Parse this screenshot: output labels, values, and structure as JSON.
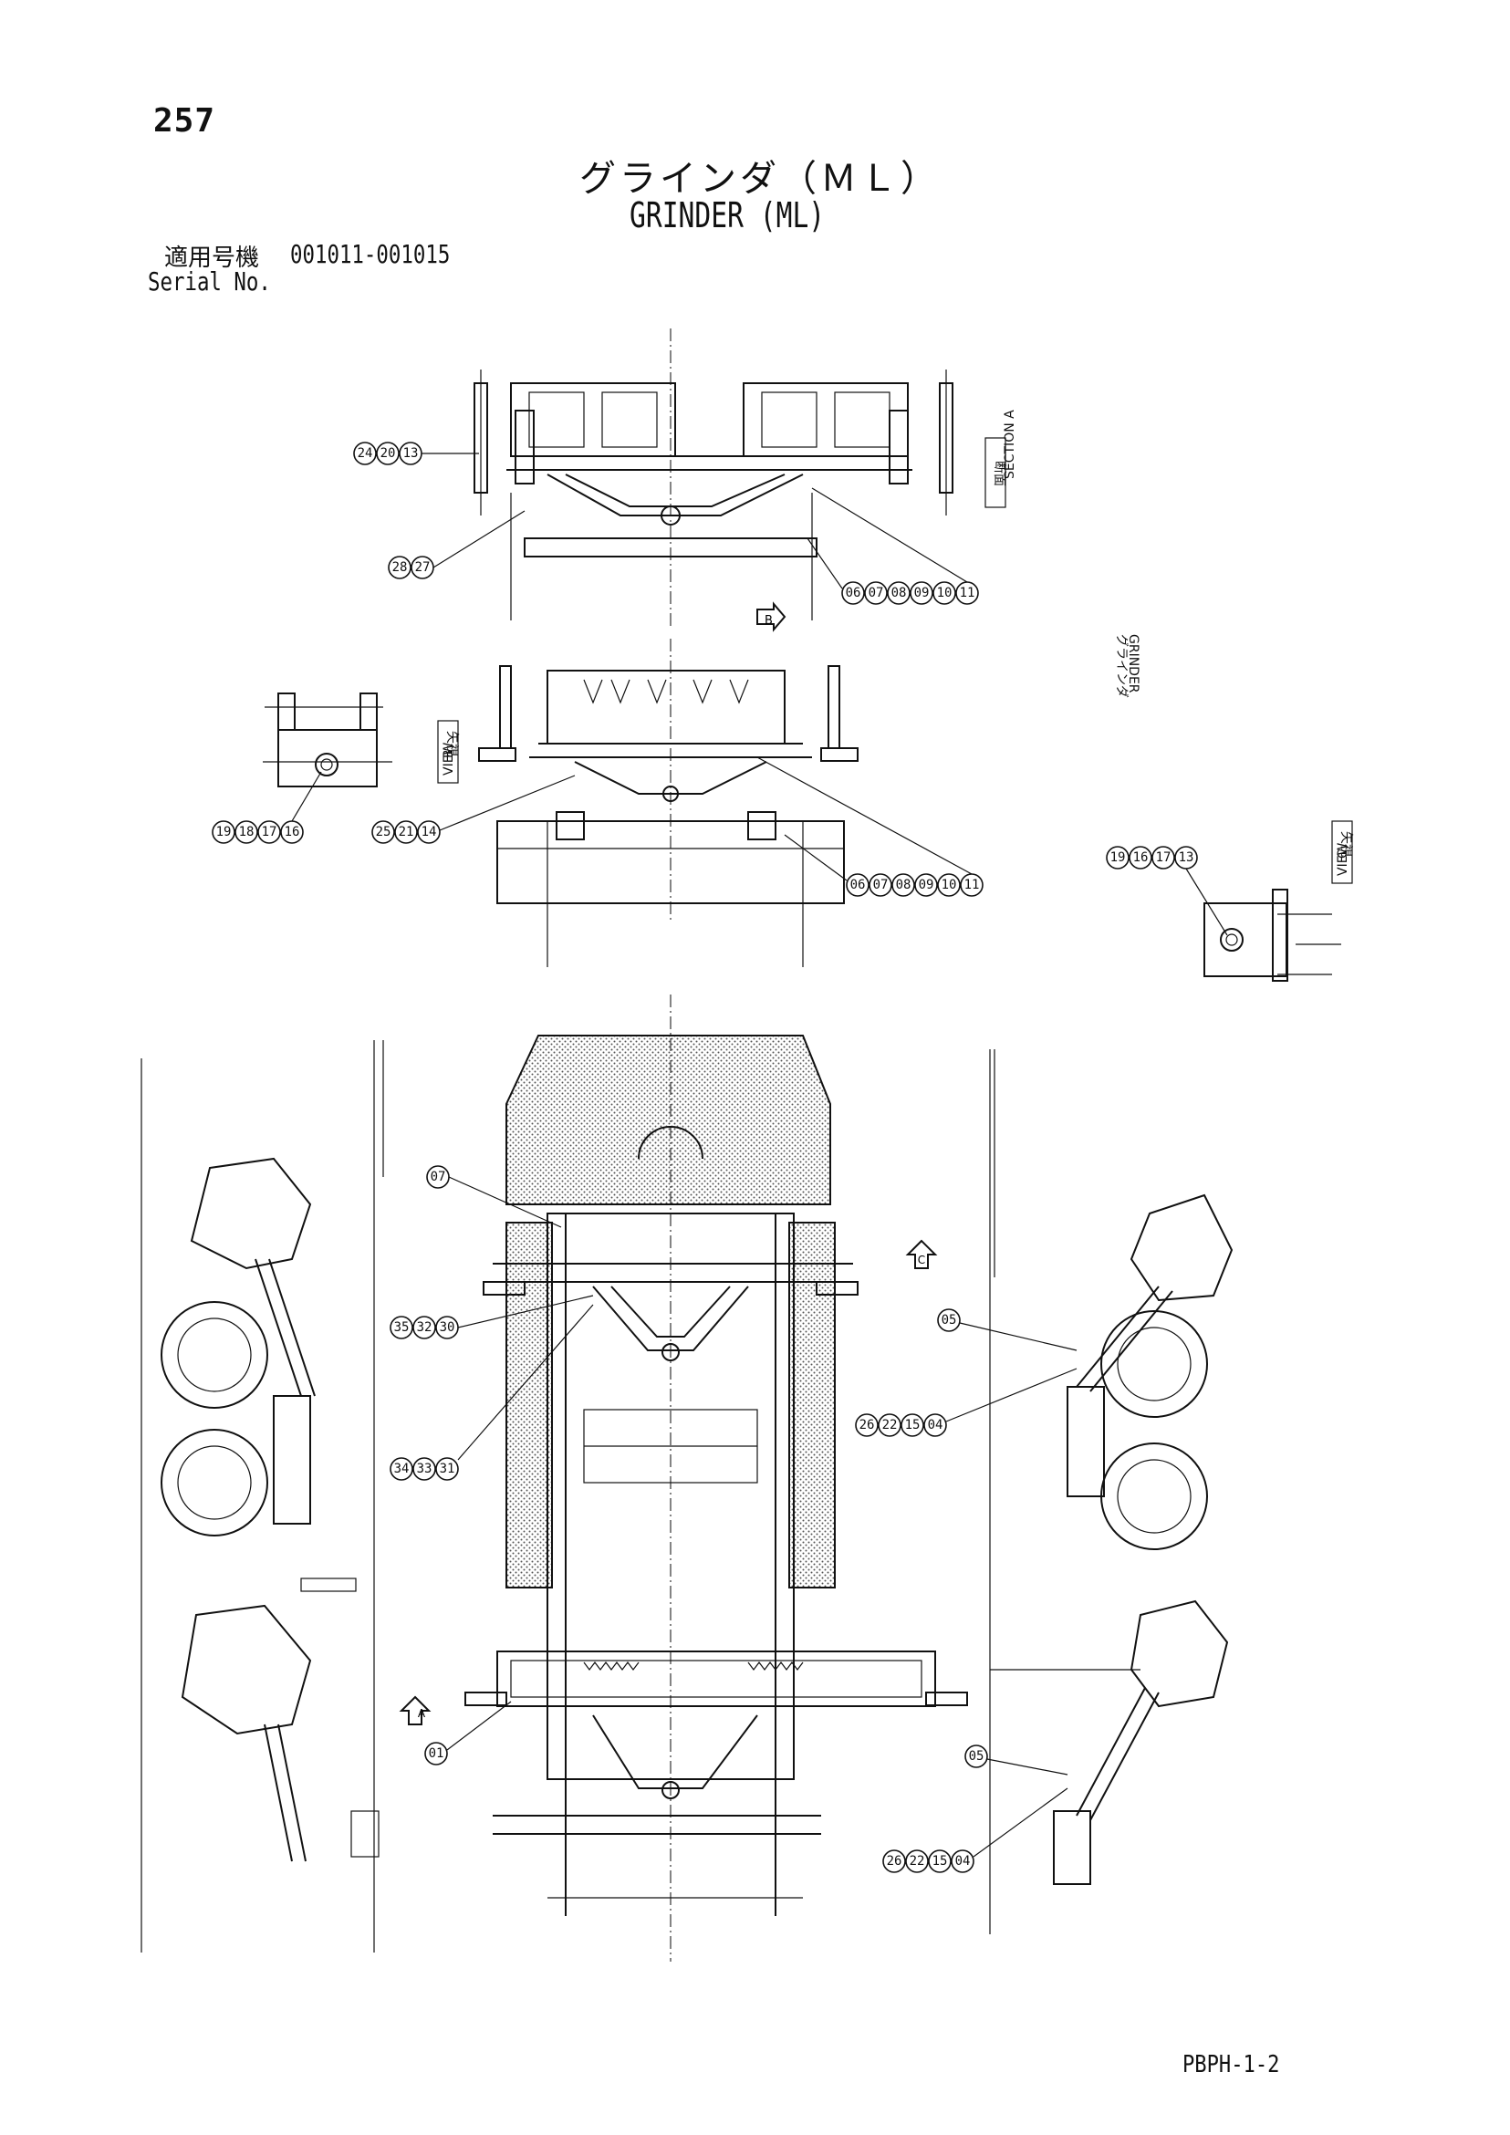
{
  "header": {
    "page_number": "257",
    "title_jp": "グラインダ（ＭＬ）",
    "title_en": "GRINDER (ML)",
    "serial_label_jp": "適用号機",
    "serial_range": "001011-001015",
    "serial_label_en": "Serial No."
  },
  "labels": {
    "section_a_jp": "断面",
    "section_a": "SECTION A",
    "view_b_jp": "矢視",
    "view_b_en": "VIEW",
    "view_b_letter": "B",
    "view_c_jp": "矢視",
    "view_c_en": "VIEW",
    "view_c_letter": "C",
    "grinder_jp": "グラインダ",
    "grinder_en": "GRINDER",
    "arrow_a": "A",
    "arrow_b": "B",
    "arrow_c": "C"
  },
  "callouts": {
    "top": [
      "24",
      "20",
      "13",
      "28",
      "27",
      "06",
      "07",
      "08",
      "09",
      "10",
      "11"
    ],
    "middle": [
      "19",
      "18",
      "17",
      "16",
      "25",
      "21",
      "14",
      "06",
      "07",
      "08",
      "09",
      "10",
      "11"
    ],
    "view_c": [
      "19",
      "16",
      "17",
      "13"
    ],
    "main_left": [
      "07",
      "35",
      "32",
      "30",
      "34",
      "33",
      "31",
      "01"
    ],
    "main_right": [
      "05",
      "26",
      "22",
      "15",
      "04",
      "05",
      "26",
      "22",
      "15",
      "04"
    ]
  },
  "footer": {
    "drawing_code": "PBPH-1-2"
  },
  "colors": {
    "ink": "#111111",
    "paper": "#ffffff",
    "hatch": "#555555"
  }
}
